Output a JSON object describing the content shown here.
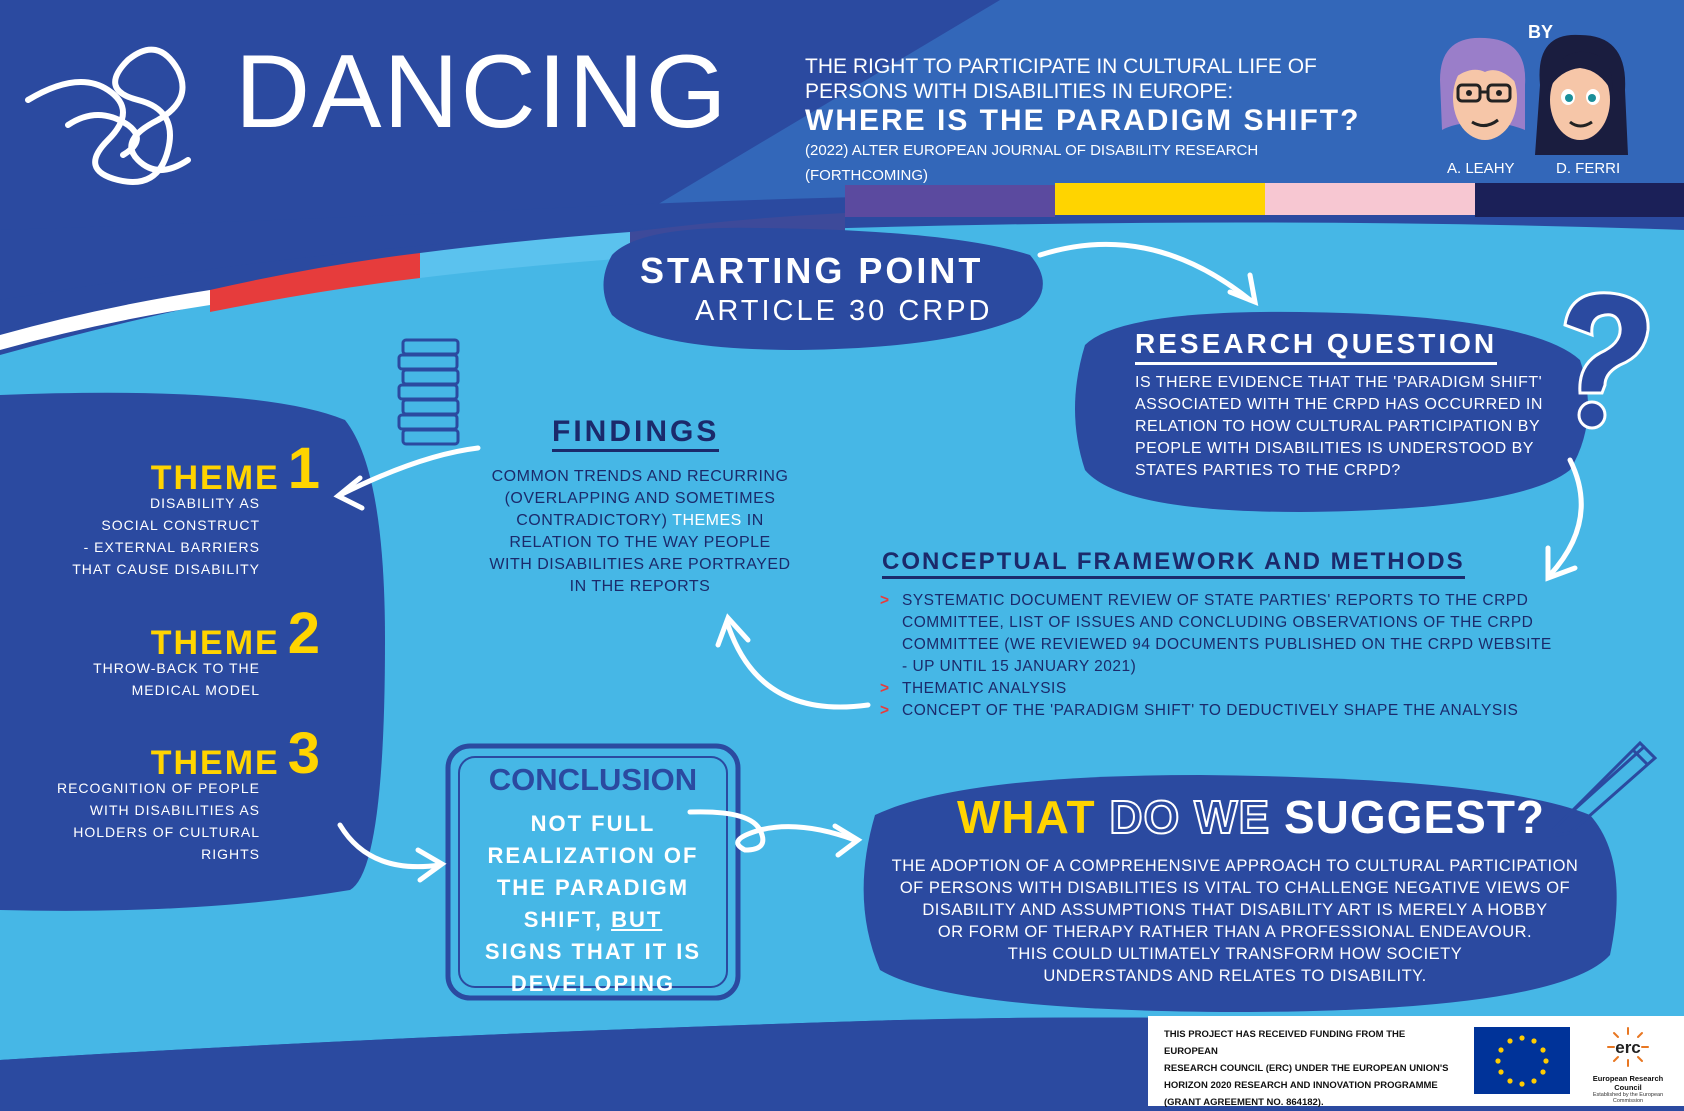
{
  "header": {
    "title": "DANCING",
    "subtitle_line1": "THE RIGHT TO PARTICIPATE IN CULTURAL LIFE OF",
    "subtitle_line2": "PERSONS WITH DISABILITIES IN EUROPE:",
    "subtitle_line3": "WHERE IS THE PARADIGM SHIFT?",
    "citation": "(2022) ALTER EUROPEAN JOURNAL OF DISABILITY RESEARCH (FORTHCOMING)",
    "by_label": "BY",
    "author1": "A. LEAHY",
    "author2": "D. FERRI"
  },
  "starting_point": {
    "heading": "STARTING POINT",
    "sub": "ARTICLE 30 CRPD"
  },
  "research_question": {
    "heading": "RESEARCH QUESTION",
    "lines": [
      "IS THERE EVIDENCE THAT THE 'PARADIGM SHIFT'",
      "ASSOCIATED WITH THE CRPD HAS OCCURRED IN",
      "RELATION TO HOW CULTURAL PARTICIPATION BY",
      "PEOPLE WITH DISABILITIES IS UNDERSTOOD BY",
      "STATES PARTIES TO THE CRPD?"
    ]
  },
  "findings": {
    "heading": "FINDINGS",
    "line1": "COMMON TRENDS AND RECURRING",
    "line2": "(OVERLAPPING AND SOMETIMES",
    "line3_pre": "CONTRADICTORY)",
    "line3_highlight": "THEMES",
    "line3_post": "IN",
    "line4": "RELATION TO THE WAY PEOPLE",
    "line5": "WITH DISABILITIES ARE PORTRAYED",
    "line6": "IN THE REPORTS"
  },
  "methods": {
    "heading": "CONCEPTUAL FRAMEWORK AND METHODS",
    "item1_lines": [
      "SYSTEMATIC DOCUMENT REVIEW OF STATE PARTIES' REPORTS TO THE CRPD",
      "COMMITTEE, LIST OF ISSUES AND CONCLUDING OBSERVATIONS OF THE CRPD",
      "COMMITTEE (WE REVIEWED  94 DOCUMENTS PUBLISHED ON THE CRPD WEBSITE",
      "- UP UNTIL 15 JANUARY 2021)"
    ],
    "item2": "THEMATIC ANALYSIS",
    "item3": "CONCEPT OF THE 'PARADIGM SHIFT' TO DEDUCTIVELY SHAPE THE ANALYSIS",
    "bullet": ">"
  },
  "themes": [
    {
      "word": "THEME",
      "num": "1",
      "desc": [
        "DISABILITY AS",
        "SOCIAL CONSTRUCT",
        "- EXTERNAL BARRIERS",
        "THAT CAUSE DISABILITY"
      ]
    },
    {
      "word": "THEME",
      "num": "2",
      "desc": [
        "THROW-BACK TO THE",
        "MEDICAL MODEL"
      ]
    },
    {
      "word": "THEME",
      "num": "3",
      "desc": [
        "RECOGNITION OF PEOPLE",
        "WITH DISABILITIES AS",
        "HOLDERS OF CULTURAL",
        "RIGHTS"
      ]
    }
  ],
  "conclusion": {
    "heading": "CONCLUSION",
    "lines": [
      "NOT FULL",
      "REALIZATION OF",
      "THE PARADIGM"
    ],
    "line4_pre": "SHIFT,",
    "line4_underlined": "BUT",
    "line5": "SIGNS THAT IT IS",
    "line6": "DEVELOPING"
  },
  "suggest": {
    "word1": "WHAT",
    "word2": "DO WE",
    "word3": "SUGGEST?",
    "lines": [
      "THE ADOPTION OF A COMPREHENSIVE APPROACH TO CULTURAL PARTICIPATION",
      "OF PERSONS WITH DISABILITIES IS VITAL TO CHALLENGE NEGATIVE VIEWS OF",
      "DISABILITY AND ASSUMPTIONS THAT DISABILITY ART IS MERELY A HOBBY",
      "OR FORM OF THERAPY RATHER THAN A PROFESSIONAL ENDEAVOUR.",
      "THIS COULD ULTIMATELY TRANSFORM HOW SOCIETY",
      "UNDERSTANDS AND RELATES TO DISABILITY."
    ]
  },
  "footer": {
    "lines": [
      "THIS PROJECT HAS RECEIVED FUNDING FROM THE EUROPEAN",
      "RESEARCH COUNCIL (ERC) UNDER THE EUROPEAN UNION'S",
      "HORIZON 2020 RESEARCH AND INNOVATION PROGRAMME",
      "(GRANT AGREEMENT NO. 864182)."
    ],
    "erc_logo_text": "erc",
    "erc_caption": "European Research Council",
    "erc_subcaption": "Established by the European Commission"
  },
  "colors": {
    "dark_blue": "#2b4aa0",
    "sky_blue": "#46b7e6",
    "yellow": "#ffd400",
    "red": "#e63c3c",
    "navy_text": "#1b2a6b"
  }
}
